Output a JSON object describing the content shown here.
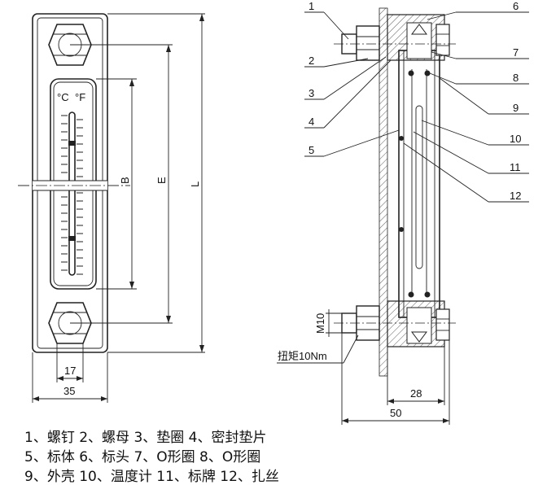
{
  "front_view": {
    "scale_units": [
      "°C",
      "°F"
    ],
    "dim_B": "B",
    "dim_E": "E",
    "dim_L": "L",
    "dim_17": "17",
    "dim_35": "35"
  },
  "side_view": {
    "callouts": [
      "1",
      "2",
      "3",
      "4",
      "5",
      "6",
      "7",
      "8",
      "9",
      "10",
      "11",
      "12"
    ],
    "thread_label": "M10",
    "torque_label": "扭矩10Nm",
    "dim_28": "28",
    "dim_50": "50"
  },
  "legend": {
    "line1": "1、螺钉 2、螺母 3、垫圈 4、密封垫片",
    "line2": "5、标体 6、标头 7、O形圈 8、O形圈",
    "line3": "9、外壳 10、温度计 11、标牌 12、扎丝"
  }
}
